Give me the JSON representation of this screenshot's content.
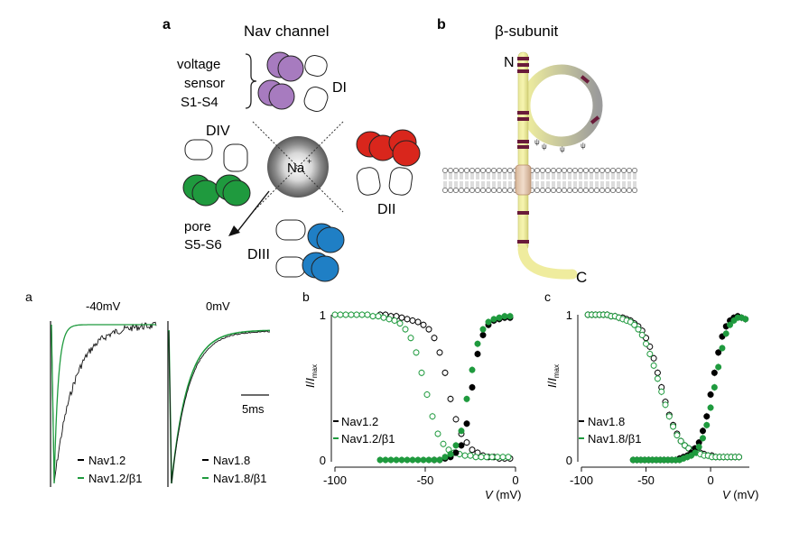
{
  "top_panels": {
    "a": {
      "letter": "a",
      "title": "Nav channel",
      "voltage_sensor": [
        "voltage",
        "sensor",
        "S1-S4"
      ],
      "domains": {
        "d1": "DI",
        "d2": "DII",
        "d3": "DIII",
        "d4": "DIV"
      },
      "ion_label": "Na",
      "ion_sup": "+",
      "pore": [
        "pore",
        "S5-S6"
      ],
      "colors": {
        "DI": "#a77bbf",
        "DII": "#d9261c",
        "DIII": "#1f7fc5",
        "DIV": "#1f9a3e"
      }
    },
    "b": {
      "letter": "b",
      "title": "β-subunit",
      "n_label": "N",
      "c_label": "C"
    }
  },
  "bottom_panels": {
    "a": {
      "letter": "a",
      "title_left": "-40mV",
      "title_right": "0mV",
      "scale_bar": "5ms",
      "legend_left": [
        "Nav1.2",
        "Nav1.2/β1"
      ],
      "legend_right": [
        "Nav1.8",
        "Nav1.8/β1"
      ]
    },
    "b": {
      "letter": "b",
      "y_label_i": "I",
      "y_label_slash": "/",
      "y_label_imax": "I",
      "y_label_sub": "max",
      "x_label_v": "V",
      "x_label_unit": " (mV)",
      "legend": [
        "Nav1.2",
        "Nav1.2/β1"
      ]
    },
    "c": {
      "letter": "c",
      "y_label_i": "I",
      "y_label_slash": "/",
      "y_label_imax": "I",
      "y_label_sub": "max",
      "x_label_v": "V",
      "x_label_unit": " (mV)",
      "legend": [
        "Nav1.8",
        "Nav1.8/β1"
      ]
    }
  },
  "chart_data": [
    {
      "type": "scatter",
      "panel": "b",
      "xlabel": "V (mV)",
      "ylabel": "I/Imax",
      "xlim": [
        -100,
        0
      ],
      "ylim": [
        0,
        1
      ],
      "xticks": [
        -100,
        -50,
        0
      ],
      "yticks": [
        0,
        1
      ],
      "series": [
        {
          "name": "Nav1.2",
          "kind": "inactivation",
          "color": "#000000",
          "filled": false,
          "x": [
            -75,
            -72,
            -69,
            -66,
            -63,
            -60,
            -57,
            -54,
            -51,
            -48,
            -45,
            -42,
            -39,
            -36,
            -33,
            -30,
            -27,
            -24,
            -21,
            -18,
            -15,
            -12,
            -9,
            -6,
            -3
          ],
          "y": [
            1.0,
            1.0,
            0.99,
            0.99,
            0.98,
            0.97,
            0.96,
            0.95,
            0.93,
            0.9,
            0.84,
            0.74,
            0.6,
            0.42,
            0.28,
            0.18,
            0.12,
            0.07,
            0.05,
            0.03,
            0.02,
            0.02,
            0.01,
            0.01,
            0.01
          ]
        },
        {
          "name": "Nav1.2/β1",
          "kind": "inactivation",
          "color": "#1f9a3e",
          "filled": false,
          "x": [
            -100,
            -97,
            -94,
            -91,
            -88,
            -85,
            -82,
            -79,
            -76,
            -73,
            -70,
            -67,
            -64,
            -61,
            -58,
            -55,
            -52,
            -49,
            -46,
            -43,
            -40,
            -37,
            -34,
            -31,
            -28,
            -25,
            -22,
            -19,
            -16,
            -13,
            -10,
            -7,
            -4
          ],
          "y": [
            1.0,
            1.0,
            1.0,
            1.0,
            1.0,
            1.0,
            1.0,
            0.99,
            0.99,
            0.98,
            0.97,
            0.96,
            0.94,
            0.9,
            0.84,
            0.74,
            0.6,
            0.45,
            0.3,
            0.18,
            0.11,
            0.07,
            0.05,
            0.04,
            0.03,
            0.03,
            0.02,
            0.02,
            0.02,
            0.02,
            0.02,
            0.02,
            0.02
          ]
        },
        {
          "name": "Nav1.2",
          "kind": "activation",
          "color": "#000000",
          "filled": true,
          "x": [
            -45,
            -42,
            -39,
            -36,
            -33,
            -30,
            -27,
            -24,
            -21,
            -18,
            -15,
            -12,
            -9,
            -6,
            -3
          ],
          "y": [
            0.0,
            0.0,
            0.01,
            0.02,
            0.05,
            0.1,
            0.25,
            0.5,
            0.73,
            0.86,
            0.93,
            0.96,
            0.97,
            0.98,
            0.98
          ]
        },
        {
          "name": "Nav1.2/β1",
          "kind": "activation",
          "color": "#1f9a3e",
          "filled": true,
          "x": [
            -75,
            -72,
            -69,
            -66,
            -63,
            -60,
            -57,
            -54,
            -51,
            -48,
            -45,
            -42,
            -39,
            -36,
            -33,
            -30,
            -27,
            -24,
            -21,
            -18,
            -15,
            -12,
            -9,
            -6,
            -3
          ],
          "y": [
            0.0,
            0.0,
            0.0,
            0.0,
            0.0,
            0.0,
            0.0,
            0.0,
            0.0,
            0.0,
            0.0,
            0.0,
            0.02,
            0.04,
            0.1,
            0.2,
            0.42,
            0.62,
            0.8,
            0.9,
            0.95,
            0.97,
            0.98,
            0.99,
            0.99
          ]
        }
      ]
    },
    {
      "type": "scatter",
      "panel": "c",
      "xlabel": "V (mV)",
      "ylabel": "I/Imax",
      "xlim": [
        -100,
        30
      ],
      "ylim": [
        0,
        1
      ],
      "xticks": [
        -100,
        -50,
        0
      ],
      "yticks": [
        0,
        1
      ],
      "series": [
        {
          "name": "Nav1.8",
          "kind": "inactivation",
          "color": "#000000",
          "filled": false,
          "x": [
            -95,
            -92,
            -89,
            -86,
            -83,
            -80,
            -77,
            -74,
            -71,
            -68,
            -65,
            -62,
            -59,
            -56,
            -53,
            -50,
            -47,
            -44,
            -41,
            -38,
            -35,
            -32,
            -29,
            -26,
            -23,
            -20,
            -17,
            -14,
            -11,
            -8,
            -5,
            -2,
            1,
            4,
            7,
            10,
            13,
            16,
            19,
            22
          ],
          "y": [
            1.0,
            1.0,
            1.0,
            1.0,
            1.0,
            1.0,
            0.99,
            0.99,
            0.98,
            0.98,
            0.97,
            0.96,
            0.94,
            0.92,
            0.89,
            0.84,
            0.78,
            0.7,
            0.6,
            0.5,
            0.4,
            0.31,
            0.24,
            0.18,
            0.13,
            0.1,
            0.08,
            0.07,
            0.06,
            0.05,
            0.04,
            0.03,
            0.03,
            0.02,
            0.02,
            0.02,
            0.02,
            0.02,
            0.02,
            0.02
          ]
        },
        {
          "name": "Nav1.8/β1",
          "kind": "inactivation",
          "color": "#1f9a3e",
          "filled": false,
          "x": [
            -95,
            -92,
            -89,
            -86,
            -83,
            -80,
            -77,
            -74,
            -71,
            -68,
            -65,
            -62,
            -59,
            -56,
            -53,
            -50,
            -47,
            -44,
            -41,
            -38,
            -35,
            -32,
            -29,
            -26,
            -23,
            -20,
            -17,
            -14,
            -11,
            -8,
            -5,
            -2,
            1,
            4,
            7,
            10,
            13,
            16,
            19,
            22
          ],
          "y": [
            1.0,
            1.0,
            1.0,
            1.0,
            1.0,
            1.0,
            0.99,
            0.99,
            0.98,
            0.97,
            0.96,
            0.95,
            0.93,
            0.9,
            0.86,
            0.8,
            0.73,
            0.65,
            0.56,
            0.47,
            0.38,
            0.3,
            0.23,
            0.17,
            0.13,
            0.1,
            0.08,
            0.06,
            0.05,
            0.04,
            0.03,
            0.03,
            0.02,
            0.02,
            0.02,
            0.02,
            0.02,
            0.02,
            0.02,
            0.02
          ]
        },
        {
          "name": "Nav1.8",
          "kind": "activation",
          "color": "#000000",
          "filled": true,
          "x": [
            -60,
            -57,
            -54,
            -51,
            -48,
            -45,
            -42,
            -39,
            -36,
            -33,
            -30,
            -27,
            -24,
            -21,
            -18,
            -15,
            -12,
            -9,
            -6,
            -3,
            0,
            3,
            6,
            9,
            12,
            15,
            18,
            21,
            24,
            27
          ],
          "y": [
            0.0,
            0.0,
            0.0,
            0.0,
            0.0,
            0.0,
            0.0,
            0.0,
            0.0,
            0.0,
            0.0,
            0.0,
            0.01,
            0.02,
            0.03,
            0.05,
            0.08,
            0.12,
            0.2,
            0.3,
            0.45,
            0.6,
            0.74,
            0.85,
            0.92,
            0.96,
            0.98,
            0.99,
            0.98,
            0.97
          ]
        },
        {
          "name": "Nav1.8/β1",
          "kind": "activation",
          "color": "#1f9a3e",
          "filled": true,
          "x": [
            -60,
            -57,
            -54,
            -51,
            -48,
            -45,
            -42,
            -39,
            -36,
            -33,
            -30,
            -27,
            -24,
            -21,
            -18,
            -15,
            -12,
            -9,
            -6,
            -3,
            0,
            3,
            6,
            9,
            12,
            15,
            18,
            21,
            24,
            27
          ],
          "y": [
            0.0,
            0.0,
            0.0,
            0.0,
            0.0,
            0.0,
            0.0,
            0.0,
            0.0,
            0.0,
            0.0,
            0.0,
            0.0,
            0.01,
            0.02,
            0.03,
            0.05,
            0.09,
            0.15,
            0.24,
            0.36,
            0.5,
            0.64,
            0.77,
            0.87,
            0.93,
            0.96,
            0.98,
            0.98,
            0.97
          ]
        }
      ]
    }
  ]
}
